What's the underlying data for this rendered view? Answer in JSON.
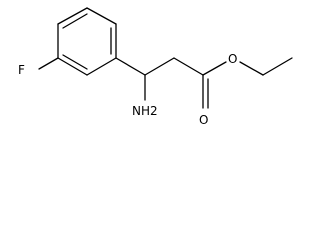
{
  "molecule": {
    "atoms": {
      "fluorine": "F",
      "amine": "NH2",
      "ester_oxygen": "O",
      "carbonyl_oxygen": "O"
    }
  }
}
